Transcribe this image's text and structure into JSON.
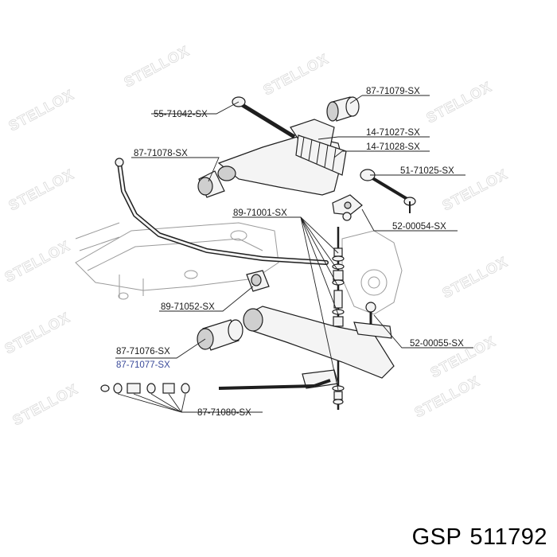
{
  "diagram": {
    "watermark_text": "STELLOX",
    "callouts": [
      {
        "id": "c1",
        "label": "55-71042-SX",
        "color": "#1a1a1a"
      },
      {
        "id": "c2",
        "label": "87-71079-SX",
        "color": "#1a1a1a"
      },
      {
        "id": "c3",
        "label": "14-71027-SX",
        "color": "#1a1a1a"
      },
      {
        "id": "c4",
        "label": "14-71028-SX",
        "color": "#1a1a1a"
      },
      {
        "id": "c5",
        "label": "87-71078-SX",
        "color": "#1a1a1a"
      },
      {
        "id": "c6",
        "label": "51-71025-SX",
        "color": "#1a1a1a"
      },
      {
        "id": "c7",
        "label": "89-71001-SX",
        "color": "#1a1a1a"
      },
      {
        "id": "c8",
        "label": "52-00054-SX",
        "color": "#1a1a1a"
      },
      {
        "id": "c9",
        "label": "89-71052-SX",
        "color": "#1a1a1a"
      },
      {
        "id": "c10",
        "label": "52-00055-SX",
        "color": "#1a1a1a"
      },
      {
        "id": "c11",
        "label": "87-71076-SX",
        "color": "#1a1a1a"
      },
      {
        "id": "c12",
        "label": "87-71077-SX",
        "color": "#3a4a9a"
      },
      {
        "id": "c13",
        "label": "87-71080-SX",
        "color": "#1a1a1a"
      }
    ]
  },
  "caption": {
    "brand": "GSP",
    "part_number": "511792"
  }
}
